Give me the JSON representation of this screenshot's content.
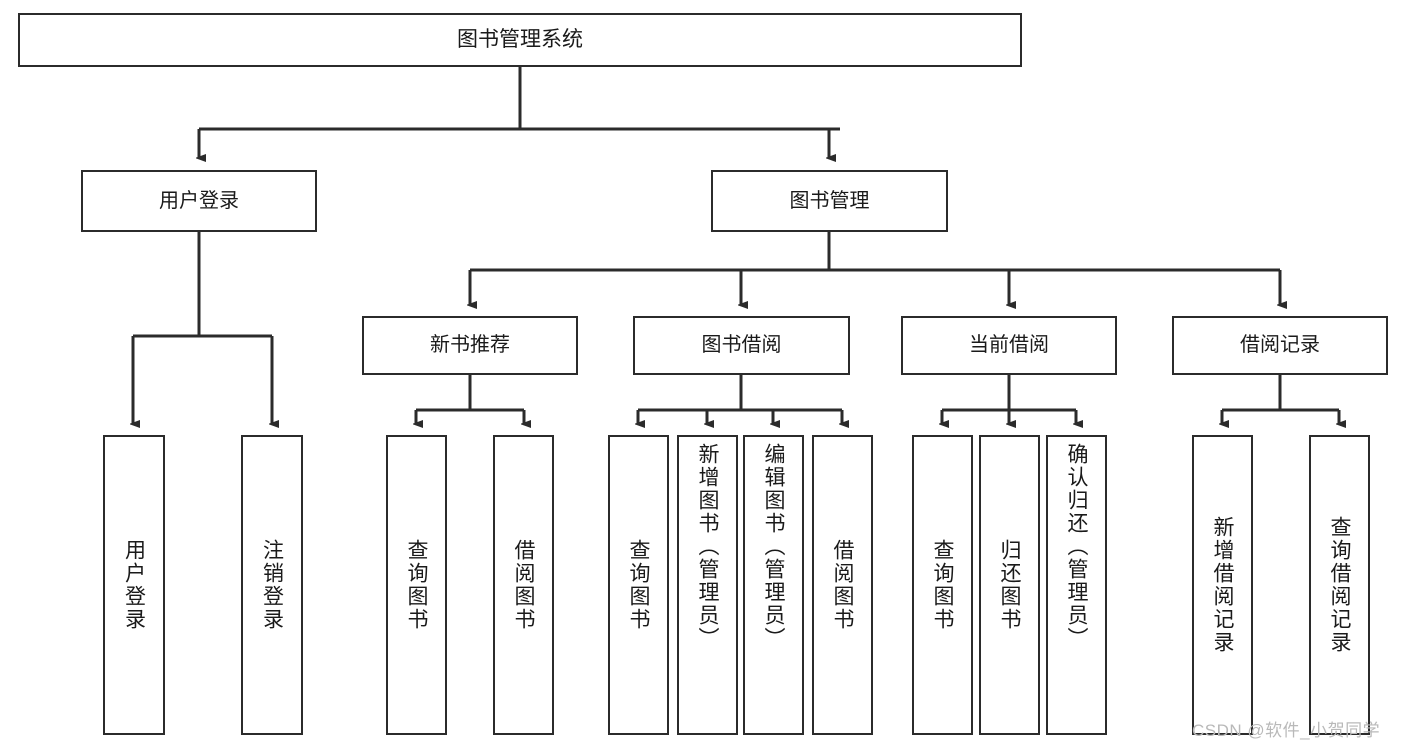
{
  "diagram": {
    "title": "图书管理系统",
    "type": "hierarchy-tree",
    "root": {
      "label": "图书管理系统"
    },
    "level2": [
      {
        "label": "用户登录"
      },
      {
        "label": "图书管理"
      }
    ],
    "level3": [
      {
        "label": "新书推荐"
      },
      {
        "label": "图书借阅"
      },
      {
        "label": "当前借阅"
      },
      {
        "label": "借阅记录"
      }
    ],
    "leaves": {
      "user_login": [
        {
          "label": "用户登录"
        },
        {
          "label": "注销登录"
        }
      ],
      "new_book_recommend": [
        {
          "label": "查询图书"
        },
        {
          "label": "借阅图书"
        }
      ],
      "book_borrow": [
        {
          "label": "查询图书"
        },
        {
          "label": "新增图书（管理员）"
        },
        {
          "label": "编辑图书（管理员）"
        },
        {
          "label": "借阅图书"
        }
      ],
      "current_borrow": [
        {
          "label": "查询图书"
        },
        {
          "label": "归还图书"
        },
        {
          "label": "确认归还（管理员）"
        }
      ],
      "borrow_record": [
        {
          "label": "新增借阅记录"
        },
        {
          "label": "查询借阅记录"
        }
      ]
    },
    "watermark": "CSDN @软件_小贺同学",
    "colors": {
      "stroke": "#2b2b2b",
      "fill": "#ffffff",
      "text": "#1a1a1a",
      "watermark": "#b9b9b9"
    }
  }
}
